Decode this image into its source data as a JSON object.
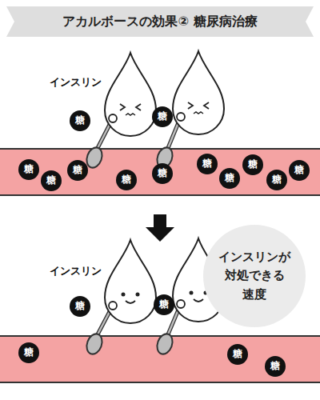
{
  "diagram": {
    "title": "アカルボースの効果② 糖尿病治療",
    "nodes": [
      {
        "text": [
          "糖"
        ]
      },
      {
        "text": [
          "糖"
        ]
      },
      {
        "text": [
          "糖"
        ]
      },
      {
        "text": [
          "糖"
        ]
      },
      {
        "text": [
          "糖"
        ]
      },
      {
        "text": [
          "糖"
        ]
      },
      {
        "text": [
          "糖"
        ]
      },
      {
        "text": [
          "糖"
        ]
      },
      {
        "text": [
          "糖"
        ]
      },
      {
        "text": [
          "糖"
        ]
      },
      {
        "text": [
          "糖"
        ]
      },
      {
        "text": [
          "糖"
        ]
      },
      {
        "text": [
          "インスリンが 対処できる 速度"
        ]
      },
      {
        "text": [
          "糖"
        ]
      },
      {
        "text": [
          "糖"
        ]
      },
      {
        "text": [
          "糖"
        ]
      },
      {
        "text": [
          "糖"
        ]
      },
      {
        "text": [
          "糖"
        ]
      }
    ],
    "labels": [
      "インスリン",
      "インスリン"
    ]
  }
}
